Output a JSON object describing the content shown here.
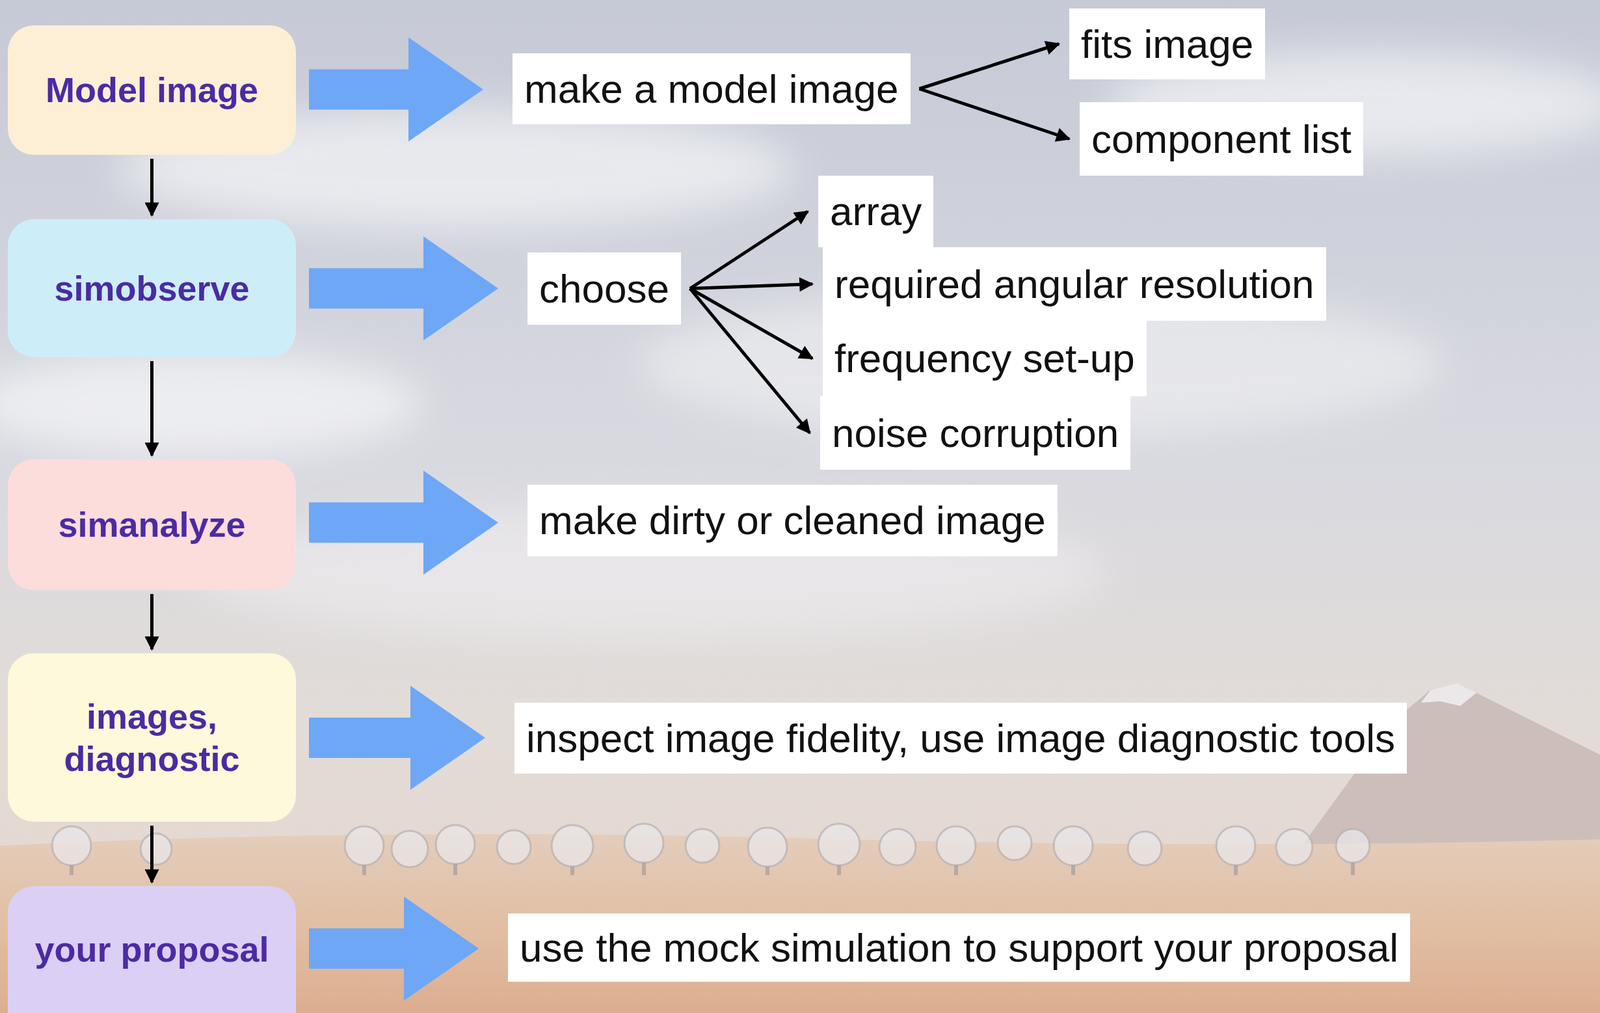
{
  "diagram": {
    "nodes": [
      {
        "text": [
          "Model image"
        ]
      },
      {
        "text": [
          "simobserve"
        ]
      },
      {
        "text": [
          "simanalyze"
        ]
      },
      {
        "text": [
          "images, diagnostic"
        ]
      },
      {
        "text": [
          "your proposal"
        ]
      },
      {
        "text": [
          "make a model image"
        ]
      },
      {
        "text": [
          "fits image"
        ]
      },
      {
        "text": [
          "component list"
        ]
      },
      {
        "text": [
          "choose"
        ]
      },
      {
        "text": [
          "array"
        ]
      },
      {
        "text": [
          "required angular resolution"
        ]
      },
      {
        "text": [
          "frequency set-up"
        ]
      },
      {
        "text": [
          "noise corruption"
        ]
      },
      {
        "text": [
          "make dirty or cleaned image"
        ]
      },
      {
        "text": [
          "inspect image fidelity, use image diagnostic tools"
        ]
      },
      {
        "text": [
          "use the mock simulation to support your proposal"
        ]
      }
    ],
    "edges": [
      {
        "from": 0,
        "to": 1,
        "arrow": "to"
      },
      {
        "from": 1,
        "to": 2,
        "arrow": "to"
      },
      {
        "from": 2,
        "to": 3,
        "arrow": "to"
      },
      {
        "from": 3,
        "to": 4,
        "arrow": "to"
      },
      {
        "from": 0,
        "to": 5,
        "arrow": "to"
      },
      {
        "from": 1,
        "to": 8,
        "arrow": "to"
      },
      {
        "from": 2,
        "to": 13,
        "arrow": "to"
      },
      {
        "from": 3,
        "to": 14,
        "arrow": "to"
      },
      {
        "from": 4,
        "to": 15,
        "arrow": "to"
      },
      {
        "from": 5,
        "to": 6,
        "arrow": "to"
      },
      {
        "from": 5,
        "to": 7,
        "arrow": "to"
      },
      {
        "from": 8,
        "to": 9,
        "arrow": "to"
      },
      {
        "from": 8,
        "to": 10,
        "arrow": "to"
      },
      {
        "from": 8,
        "to": 11,
        "arrow": "to"
      },
      {
        "from": 8,
        "to": 12,
        "arrow": "to"
      }
    ]
  }
}
